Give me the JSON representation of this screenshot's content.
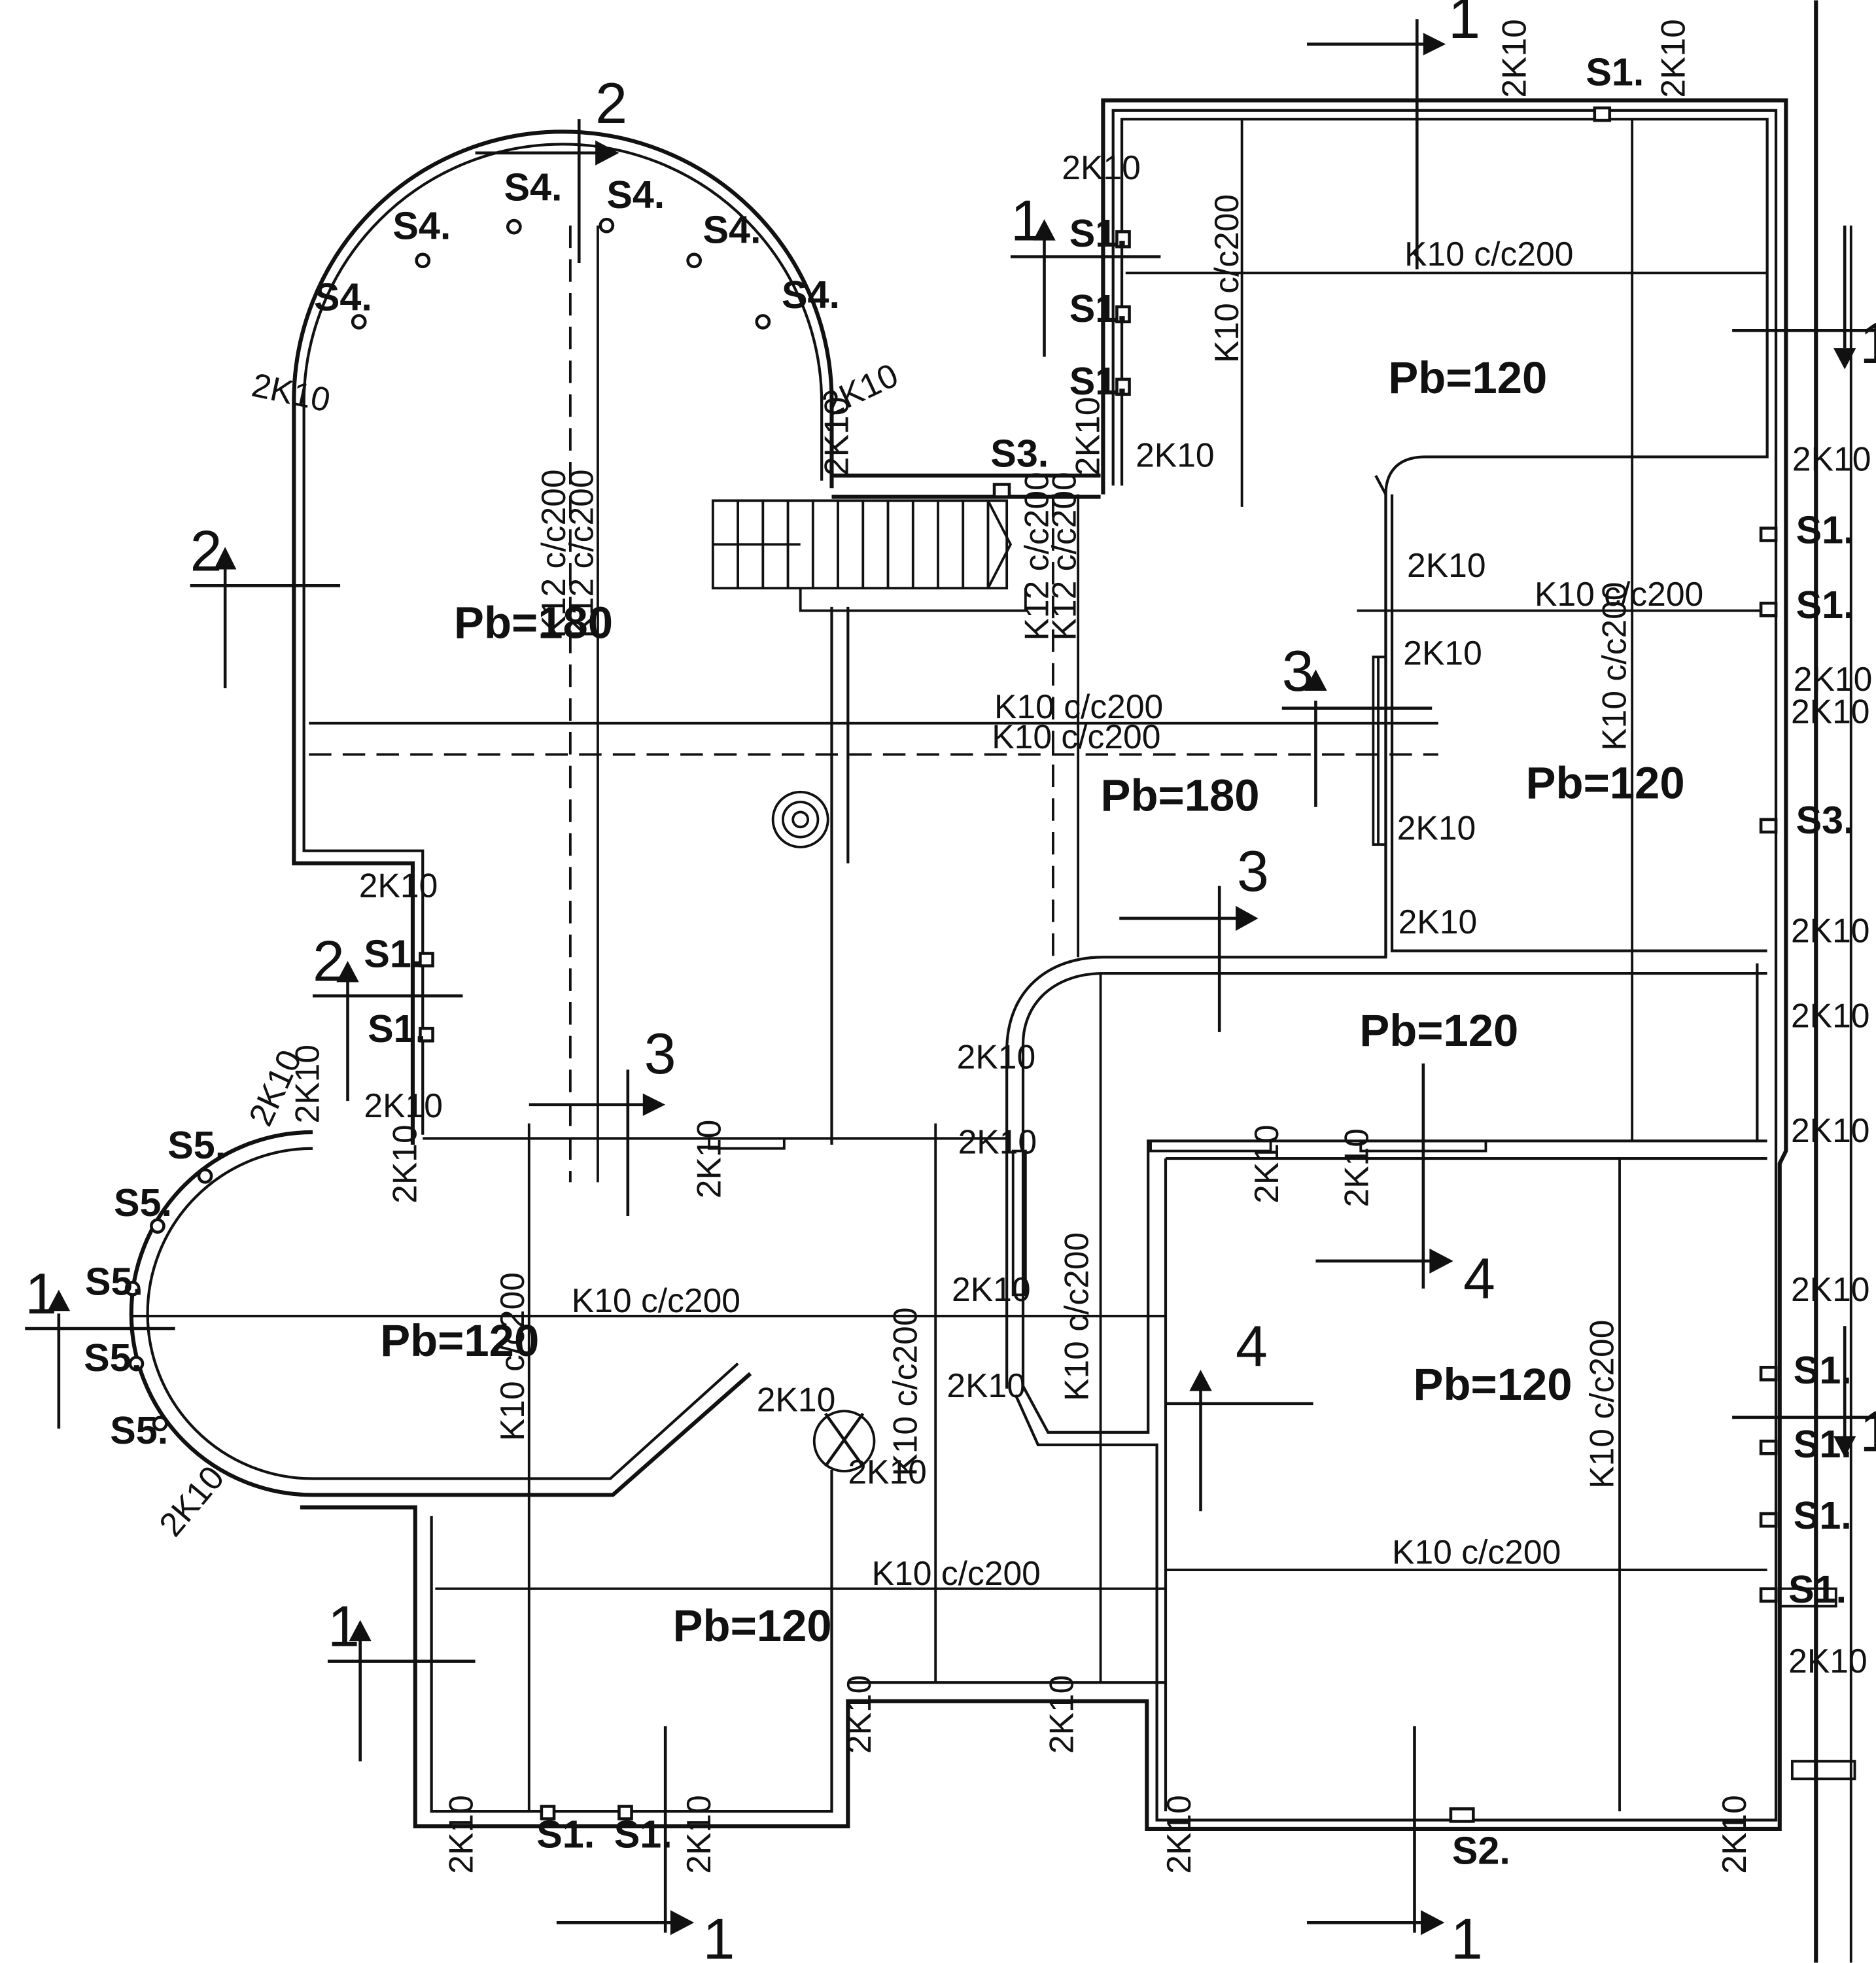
{
  "rooms": [
    "Pb=180",
    "Pb=120",
    "Pb=180",
    "Pb=120",
    "Pb=120",
    "Pb=120",
    "Pb=120",
    "Pb=120"
  ],
  "rebar": {
    "k10": "K10 c/c200",
    "k12": "K12 c/c200",
    "two_k10": "2K10"
  },
  "columns": {
    "s1": "S1.",
    "s2": "S2.",
    "s3": "S3.",
    "s4": "S4.",
    "s5": "S5."
  },
  "sections": {
    "one": "1",
    "two": "2",
    "three": "3",
    "four": "4"
  }
}
